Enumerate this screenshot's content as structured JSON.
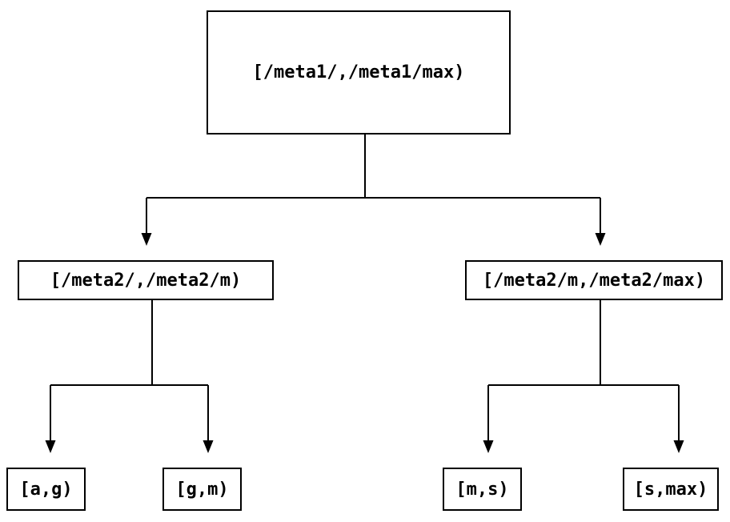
{
  "diagram": {
    "kind": "binary-interval-tree",
    "colors": {
      "background": "#ffffff",
      "line": "#000000",
      "text": "#000000"
    },
    "nodes": {
      "root": {
        "label": "[/meta1/,/meta1/max)"
      },
      "left_child": {
        "label": "[/meta2/,/meta2/m)"
      },
      "right_child": {
        "label": "[/meta2/m,/meta2/max)"
      },
      "leaf_a_g": {
        "label": "[a,g)"
      },
      "leaf_g_m": {
        "label": "[g,m)"
      },
      "leaf_m_s": {
        "label": "[m,s)"
      },
      "leaf_s_max": {
        "label": "[s,max)"
      }
    },
    "edges": [
      {
        "from": "root",
        "to": "left_child"
      },
      {
        "from": "root",
        "to": "right_child"
      },
      {
        "from": "left_child",
        "to": "leaf_a_g"
      },
      {
        "from": "left_child",
        "to": "leaf_g_m"
      },
      {
        "from": "right_child",
        "to": "leaf_m_s"
      },
      {
        "from": "right_child",
        "to": "leaf_s_max"
      }
    ]
  }
}
